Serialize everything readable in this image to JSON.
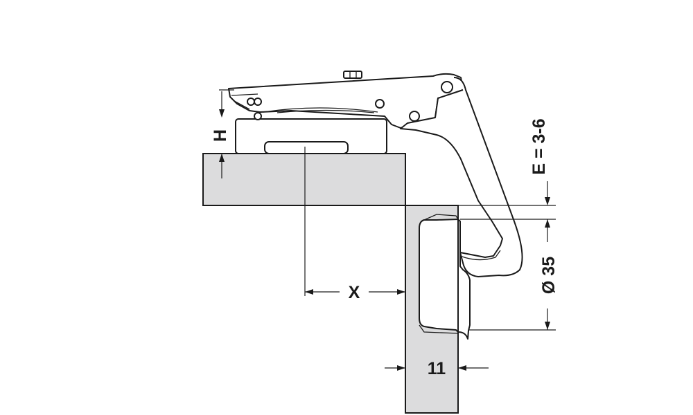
{
  "dimensions": {
    "h": "H",
    "e": "E = 3-6",
    "x": "X",
    "dia": "Ø 35",
    "eleven": "11"
  },
  "colors": {
    "board": "#dcdcdd",
    "line": "#1a1a1a",
    "background": "#ffffff"
  }
}
